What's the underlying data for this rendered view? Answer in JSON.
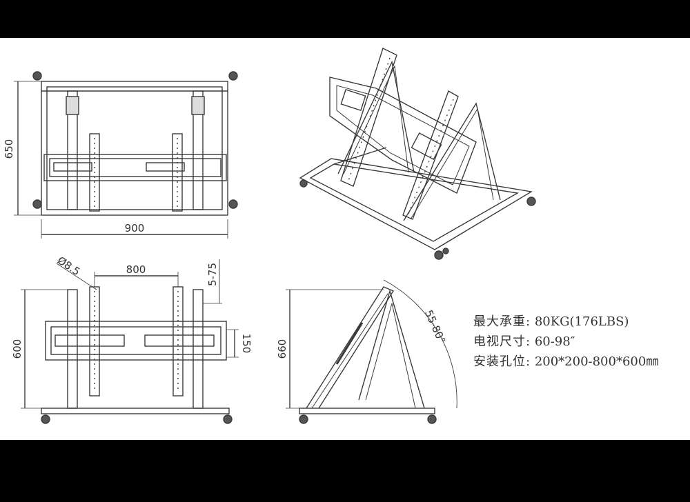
{
  "dimensions": {
    "front_height": "650",
    "front_width": "900",
    "hole_diameter": "Ø8.5",
    "hole_span": "800",
    "slot_range": "5-75",
    "bottom_height": "600",
    "plate_height": "150",
    "side_height": "660",
    "tilt_range": "55-80°"
  },
  "specs": [
    {
      "label": "最大承重:",
      "value": "80KG(176LBS)"
    },
    {
      "label": "电视尺寸:",
      "value": "60-98″"
    },
    {
      "label": "安装孔位:",
      "value": "200*200-800*600㎜"
    }
  ]
}
